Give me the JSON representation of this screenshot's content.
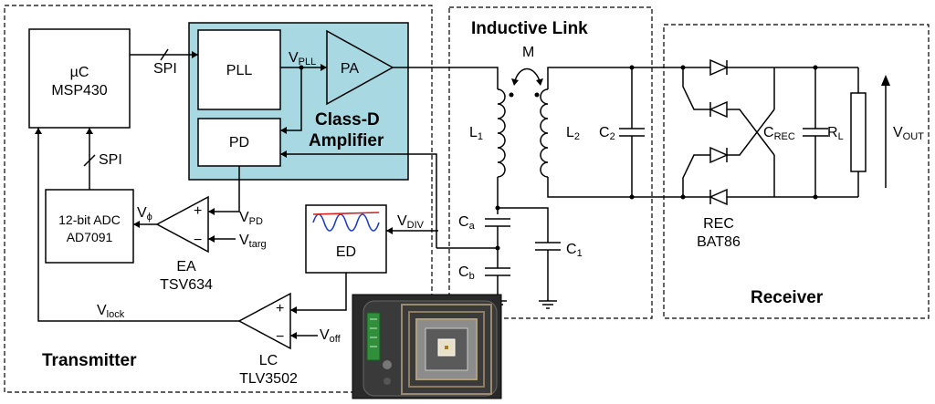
{
  "sections": {
    "transmitter": "Transmitter",
    "inductive_link": "Inductive Link",
    "receiver": "Receiver"
  },
  "blocks": {
    "mcu": {
      "line1": "µC",
      "line2": "MSP430"
    },
    "pll": "PLL",
    "pa": "PA",
    "pd": "PD",
    "class_d": {
      "line1": "Class-D",
      "line2": "Amplifier"
    },
    "adc": {
      "line1": "12-bit ADC",
      "line2": "AD7091"
    },
    "ed": "ED",
    "ea": {
      "line1": "EA",
      "line2": "TSV634"
    },
    "lc": {
      "line1": "LC",
      "line2": "TLV3502"
    },
    "rec": {
      "line1": "REC",
      "line2": "BAT86"
    }
  },
  "signals": {
    "spi_top": "SPI",
    "spi_left": "SPI",
    "v_pll": {
      "main": "V",
      "sub": "PLL"
    },
    "v_pd": {
      "main": "V",
      "sub": "PD"
    },
    "v_phi": {
      "main": "V",
      "sub": "ϕ"
    },
    "v_targ": {
      "main": "V",
      "sub": "targ"
    },
    "v_div": {
      "main": "V",
      "sub": "DIV"
    },
    "v_lock": {
      "main": "V",
      "sub": "lock"
    },
    "v_off": {
      "main": "V",
      "sub": "off"
    },
    "v_out": {
      "main": "V",
      "sub": "OUT"
    }
  },
  "components": {
    "m": "M",
    "l1": {
      "main": "L",
      "sub": "1"
    },
    "l2": {
      "main": "L",
      "sub": "2"
    },
    "c2": {
      "main": "C",
      "sub": "2"
    },
    "ca": {
      "main": "C",
      "sub": "a"
    },
    "cb": {
      "main": "C",
      "sub": "b"
    },
    "c1": {
      "main": "C",
      "sub": "1"
    },
    "crec": {
      "main": "C",
      "sub": "REC"
    },
    "rl": {
      "main": "R",
      "sub": "L"
    }
  },
  "opamp_signs": {
    "plus": "+",
    "minus": "−"
  },
  "colors": {
    "class_d_fill": "#a8d9e3",
    "ed_wave_blue": "#1f3fbf",
    "ed_wave_red": "#d42020",
    "photo_bg": "#2a2a2a",
    "pcb_green": "#2f8f3a"
  }
}
